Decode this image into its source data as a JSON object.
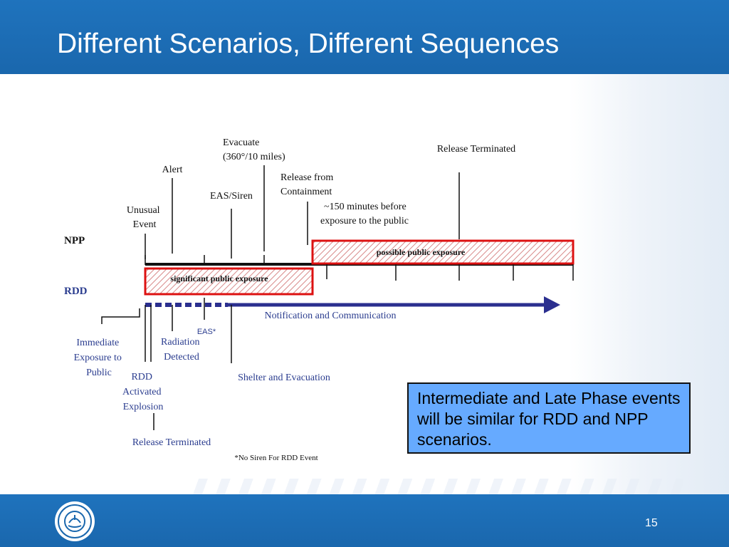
{
  "slide": {
    "title": "Different Scenarios,  Different Sequences",
    "page_number": "15"
  },
  "note": "Intermediate and Late Phase events will be similar for RDD and NPP scenarios.",
  "diagram": {
    "rows": {
      "npp": "NPP",
      "rdd": "RDD"
    },
    "npp_labels": {
      "unusual_event": [
        "Unusual",
        "Event"
      ],
      "alert": "Alert",
      "eas_siren": "EAS/Siren",
      "evacuate": [
        "Evacuate",
        "(360°/10 miles)"
      ],
      "release_from_containment": [
        "Release from",
        "Containment"
      ],
      "minutes_before": [
        "~150 minutes before",
        "exposure to the public"
      ],
      "release_terminated": "Release Terminated"
    },
    "bars": {
      "possible": "possible public exposure",
      "significant": "significant public exposure"
    },
    "arrow_label": "Notification and Communication",
    "rdd_labels": {
      "immediate_exposure": [
        "Immediate",
        "Exposure to",
        "Public"
      ],
      "rdd_activated": [
        "RDD",
        "Activated",
        "Explosion"
      ],
      "eas_star": "EAS*",
      "radiation_detected": [
        "Radiation",
        "Detected"
      ],
      "shelter_evacuation": "Shelter and Evacuation",
      "release_terminated": "Release Terminated",
      "footnote": "*No Siren For RDD Event"
    },
    "colors": {
      "red": "#dd1111",
      "navy": "#2b2f8f",
      "label_blue": "#2b3d8f",
      "timeline": "#111111"
    }
  }
}
